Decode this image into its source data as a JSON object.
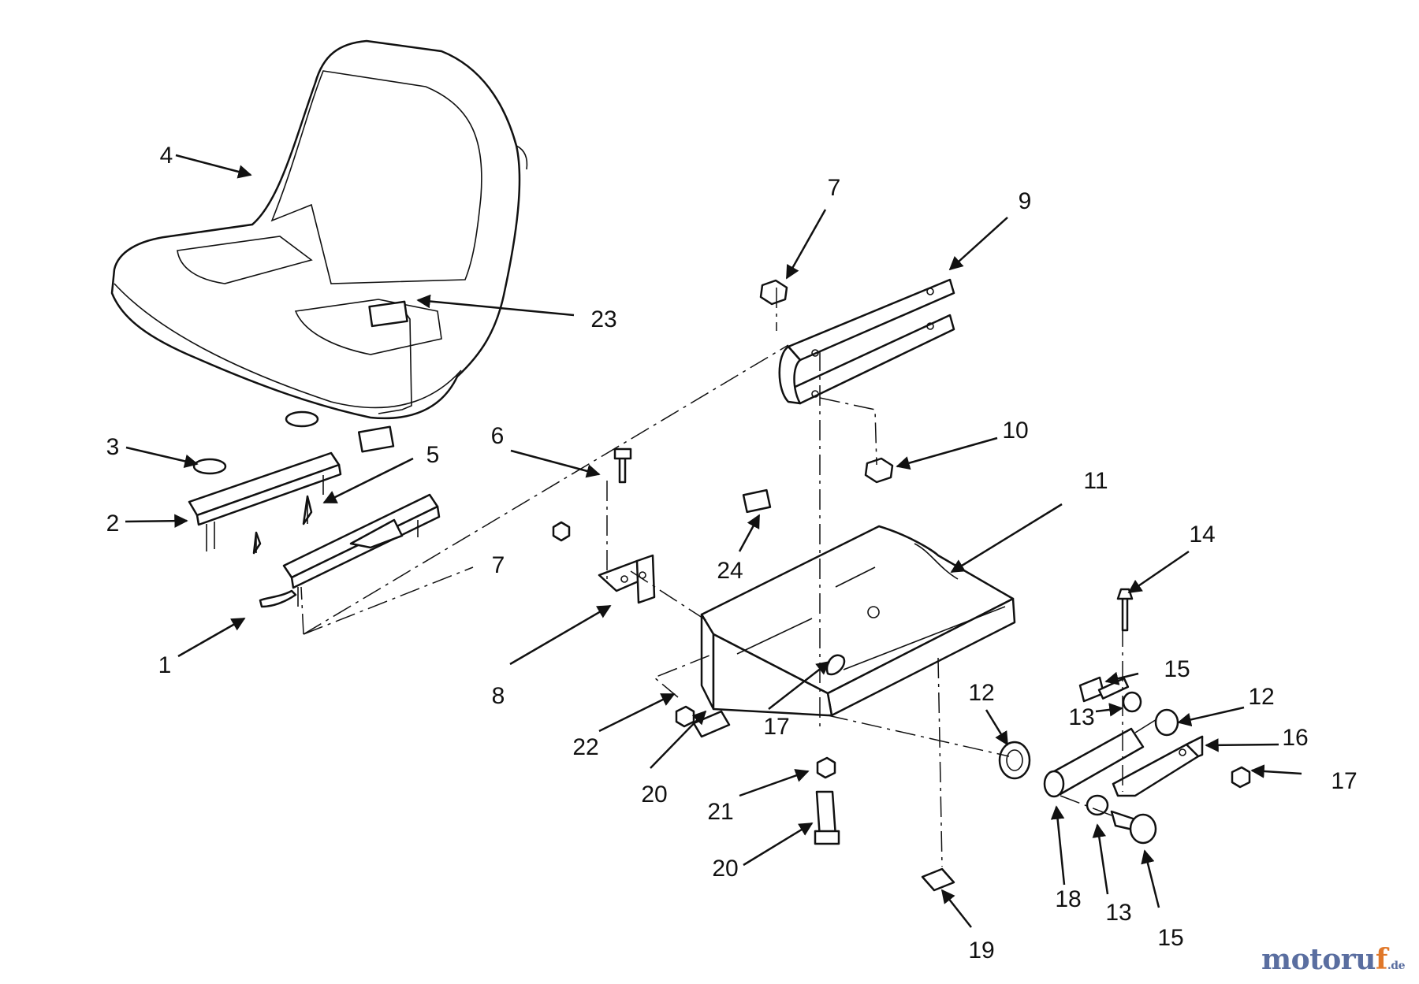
{
  "diagram": {
    "callouts": [
      "4",
      "23",
      "3",
      "2",
      "5",
      "1",
      "7",
      "9",
      "6",
      "10",
      "24",
      "7",
      "11",
      "8",
      "22",
      "20",
      "17",
      "14",
      "15",
      "13",
      "12",
      "16",
      "12",
      "17",
      "21",
      "20",
      "18",
      "13",
      "15",
      "19"
    ]
  },
  "watermark": {
    "main": "motoru",
    "accent": "f",
    "tld": ".de"
  }
}
